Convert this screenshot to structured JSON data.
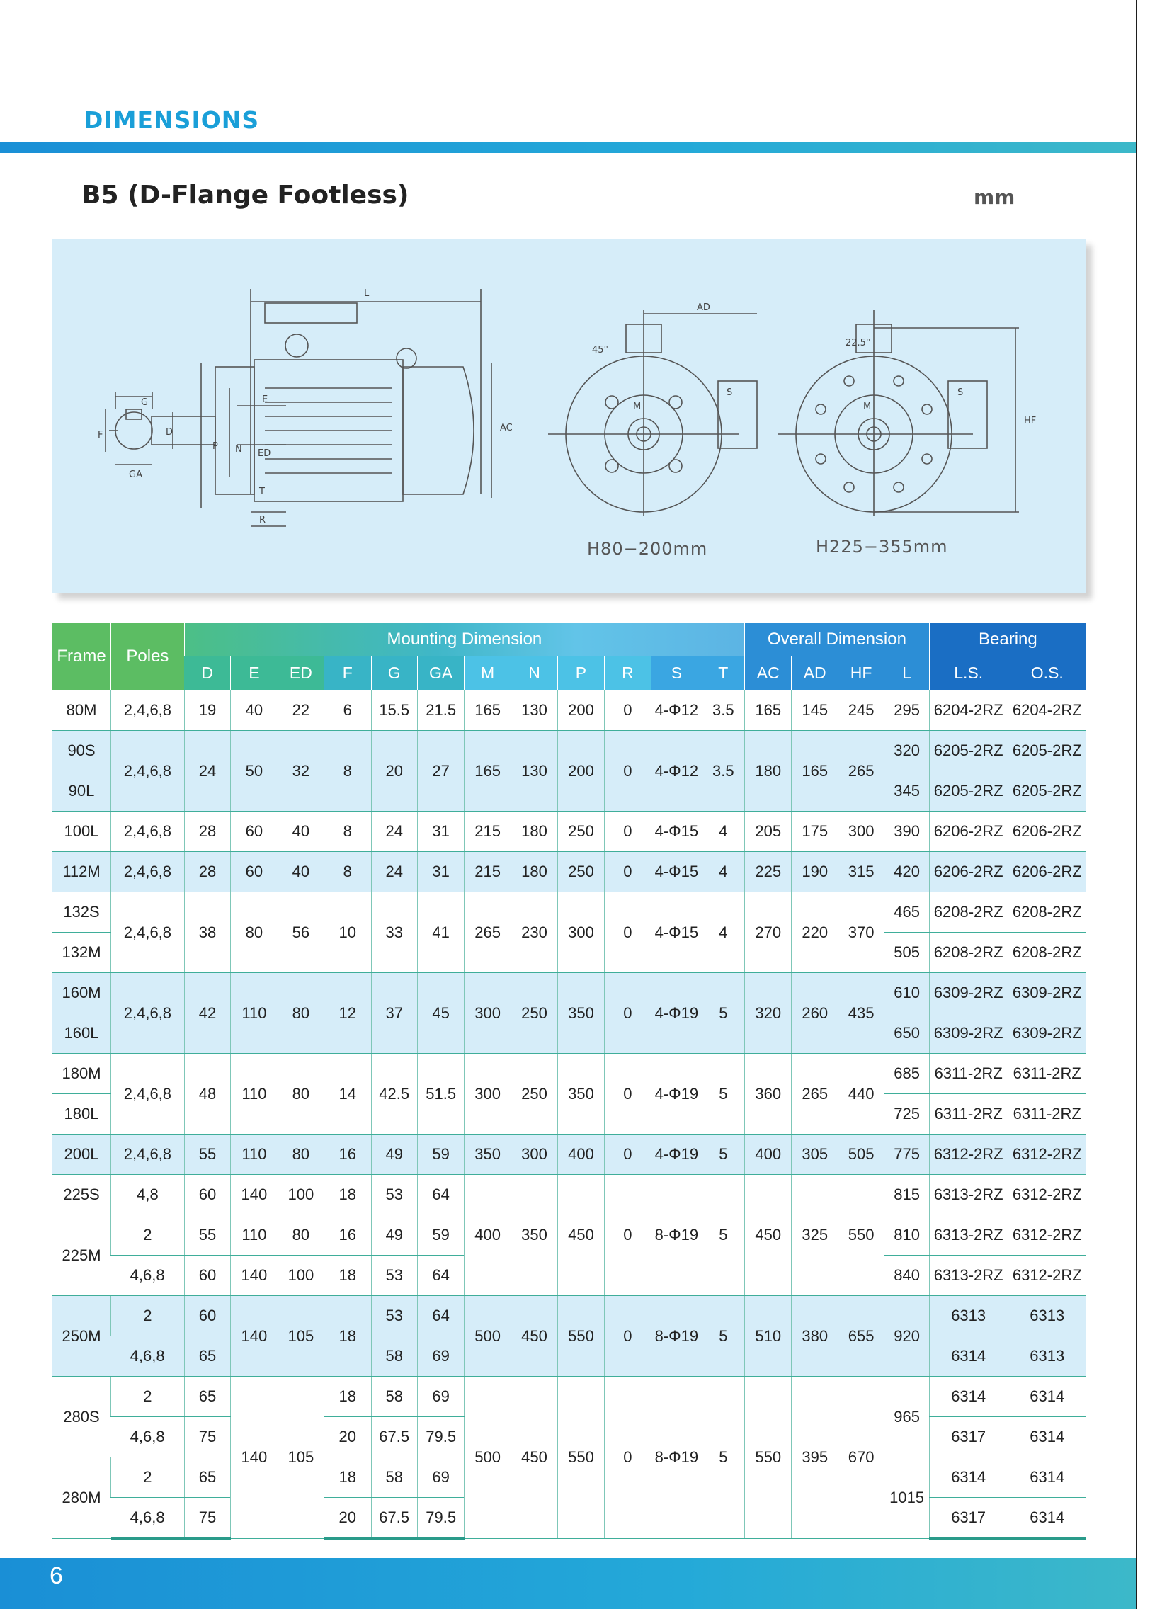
{
  "section_title": "DIMENSIONS",
  "subtitle": "B5 (D-Flange Footless)",
  "unit": "mm",
  "page_number": "6",
  "diagram": {
    "labels": {
      "L": "L",
      "G": "G",
      "F": "F",
      "D": "D",
      "GA": "GA",
      "P": "P",
      "N": "N",
      "E": "E",
      "ED": "ED",
      "T": "T",
      "R": "R",
      "AC": "AC",
      "AD": "AD",
      "M": "M",
      "S": "S",
      "HF": "HF",
      "angle1": "45°",
      "angle2": "22.5°"
    },
    "caption_left": "H80−200mm",
    "caption_right": "H225−355mm"
  },
  "table": {
    "group_headers": {
      "frame": "Frame",
      "poles": "Poles",
      "mounting": "Mounting Dimension",
      "overall": "Overall Dimension",
      "bearing": "Bearing"
    },
    "columns": [
      "D",
      "E",
      "ED",
      "F",
      "G",
      "GA",
      "M",
      "N",
      "P",
      "R",
      "S",
      "T",
      "AC",
      "AD",
      "HF",
      "L",
      "L.S.",
      "O.S."
    ],
    "rows": [
      {
        "frame": "80M",
        "poles": "2,4,6,8",
        "D": "19",
        "E": "40",
        "ED": "22",
        "F": "6",
        "G": "15.5",
        "GA": "21.5",
        "M": "165",
        "N": "130",
        "P": "200",
        "R": "0",
        "S": "4-Φ12",
        "T": "3.5",
        "AC": "165",
        "AD": "145",
        "HF": "245",
        "L": "295",
        "LS": "6204-2RZ",
        "OS": "6204-2RZ"
      },
      {
        "frame": "90S",
        "poles": "2,4,6,8",
        "D": "24",
        "E": "50",
        "ED": "32",
        "F": "8",
        "G": "20",
        "GA": "27",
        "M": "165",
        "N": "130",
        "P": "200",
        "R": "0",
        "S": "4-Φ12",
        "T": "3.5",
        "AC": "180",
        "AD": "165",
        "HF": "265",
        "L": "320",
        "LS": "6205-2RZ",
        "OS": "6205-2RZ"
      },
      {
        "frame": "90L",
        "L": "345",
        "LS": "6205-2RZ",
        "OS": "6205-2RZ"
      },
      {
        "frame": "100L",
        "poles": "2,4,6,8",
        "D": "28",
        "E": "60",
        "ED": "40",
        "F": "8",
        "G": "24",
        "GA": "31",
        "M": "215",
        "N": "180",
        "P": "250",
        "R": "0",
        "S": "4-Φ15",
        "T": "4",
        "AC": "205",
        "AD": "175",
        "HF": "300",
        "L": "390",
        "LS": "6206-2RZ",
        "OS": "6206-2RZ"
      },
      {
        "frame": "112M",
        "poles": "2,4,6,8",
        "D": "28",
        "E": "60",
        "ED": "40",
        "F": "8",
        "G": "24",
        "GA": "31",
        "M": "215",
        "N": "180",
        "P": "250",
        "R": "0",
        "S": "4-Φ15",
        "T": "4",
        "AC": "225",
        "AD": "190",
        "HF": "315",
        "L": "420",
        "LS": "6206-2RZ",
        "OS": "6206-2RZ"
      },
      {
        "frame": "132S",
        "poles": "2,4,6,8",
        "D": "38",
        "E": "80",
        "ED": "56",
        "F": "10",
        "G": "33",
        "GA": "41",
        "M": "265",
        "N": "230",
        "P": "300",
        "R": "0",
        "S": "4-Φ15",
        "T": "4",
        "AC": "270",
        "AD": "220",
        "HF": "370",
        "L": "465",
        "LS": "6208-2RZ",
        "OS": "6208-2RZ"
      },
      {
        "frame": "132M",
        "L": "505",
        "LS": "6208-2RZ",
        "OS": "6208-2RZ"
      },
      {
        "frame": "160M",
        "poles": "2,4,6,8",
        "D": "42",
        "E": "110",
        "ED": "80",
        "F": "12",
        "G": "37",
        "GA": "45",
        "M": "300",
        "N": "250",
        "P": "350",
        "R": "0",
        "S": "4-Φ19",
        "T": "5",
        "AC": "320",
        "AD": "260",
        "HF": "435",
        "L": "610",
        "LS": "6309-2RZ",
        "OS": "6309-2RZ"
      },
      {
        "frame": "160L",
        "L": "650",
        "LS": "6309-2RZ",
        "OS": "6309-2RZ"
      },
      {
        "frame": "180M",
        "poles": "2,4,6,8",
        "D": "48",
        "E": "110",
        "ED": "80",
        "F": "14",
        "G": "42.5",
        "GA": "51.5",
        "M": "300",
        "N": "250",
        "P": "350",
        "R": "0",
        "S": "4-Φ19",
        "T": "5",
        "AC": "360",
        "AD": "265",
        "HF": "440",
        "L": "685",
        "LS": "6311-2RZ",
        "OS": "6311-2RZ"
      },
      {
        "frame": "180L",
        "L": "725",
        "LS": "6311-2RZ",
        "OS": "6311-2RZ"
      },
      {
        "frame": "200L",
        "poles": "2,4,6,8",
        "D": "55",
        "E": "110",
        "ED": "80",
        "F": "16",
        "G": "49",
        "GA": "59",
        "M": "350",
        "N": "300",
        "P": "400",
        "R": "0",
        "S": "4-Φ19",
        "T": "5",
        "AC": "400",
        "AD": "305",
        "HF": "505",
        "L": "775",
        "LS": "6312-2RZ",
        "OS": "6312-2RZ"
      },
      {
        "frame": "225S",
        "poles": "4,8",
        "D": "60",
        "E": "140",
        "ED": "100",
        "F": "18",
        "G": "53",
        "GA": "64",
        "M": "400",
        "N": "350",
        "P": "450",
        "R": "0",
        "S": "8-Φ19",
        "T": "5",
        "AC": "450",
        "AD": "325",
        "HF": "550",
        "L": "815",
        "LS": "6313-2RZ",
        "OS": "6312-2RZ"
      },
      {
        "frame": "225M",
        "poles": "2",
        "D": "55",
        "E": "110",
        "ED": "80",
        "F": "16",
        "G": "49",
        "GA": "59",
        "L": "810",
        "LS": "6313-2RZ",
        "OS": "6312-2RZ"
      },
      {
        "poles": "4,6,8",
        "D": "60",
        "E": "140",
        "ED": "100",
        "F": "18",
        "G": "53",
        "GA": "64",
        "L": "840",
        "LS": "6313-2RZ",
        "OS": "6312-2RZ"
      },
      {
        "frame": "250M",
        "poles": "2",
        "D": "60",
        "E": "140",
        "ED": "105",
        "F": "18",
        "G": "53",
        "GA": "64",
        "M": "500",
        "N": "450",
        "P": "550",
        "R": "0",
        "S": "8-Φ19",
        "T": "5",
        "AC": "510",
        "AD": "380",
        "HF": "655",
        "L": "920",
        "LS": "6313",
        "OS": "6313"
      },
      {
        "poles": "4,6,8",
        "D": "65",
        "G": "58",
        "GA": "69",
        "LS": "6314",
        "OS": "6313"
      },
      {
        "frame": "280S",
        "poles": "2",
        "D": "65",
        "E": "140",
        "ED": "105",
        "F": "18",
        "G": "58",
        "GA": "69",
        "M": "500",
        "N": "450",
        "P": "550",
        "R": "0",
        "S": "8-Φ19",
        "T": "5",
        "AC": "550",
        "AD": "395",
        "HF": "670",
        "L": "965",
        "LS": "6314",
        "OS": "6314"
      },
      {
        "poles": "4,6,8",
        "D": "75",
        "F": "20",
        "G": "67.5",
        "GA": "79.5",
        "LS": "6317",
        "OS": "6314"
      },
      {
        "frame": "280M",
        "poles": "2",
        "D": "65",
        "F": "18",
        "G": "58",
        "GA": "69",
        "L": "1015",
        "LS": "6314",
        "OS": "6314"
      },
      {
        "poles": "4,6,8",
        "D": "75",
        "F": "20",
        "G": "67.5",
        "GA": "79.5",
        "LS": "6317",
        "OS": "6314"
      }
    ]
  }
}
